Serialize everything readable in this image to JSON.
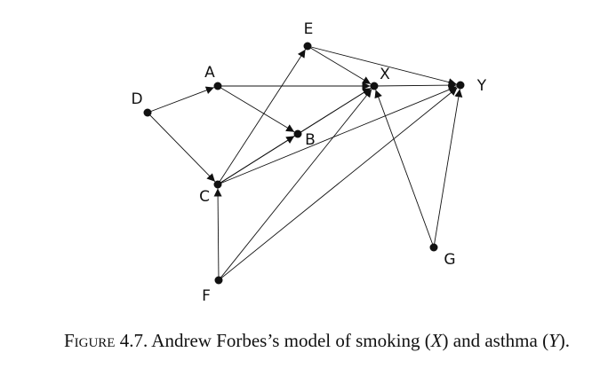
{
  "diagram": {
    "nodes": [
      {
        "id": "D",
        "label": "D"
      },
      {
        "id": "A",
        "label": "A"
      },
      {
        "id": "E",
        "label": "E"
      },
      {
        "id": "X",
        "label": "X"
      },
      {
        "id": "Y",
        "label": "Y"
      },
      {
        "id": "B",
        "label": "B"
      },
      {
        "id": "C",
        "label": "C"
      },
      {
        "id": "G",
        "label": "G"
      },
      {
        "id": "F",
        "label": "F"
      }
    ],
    "edges": [
      [
        "D",
        "A"
      ],
      [
        "D",
        "C"
      ],
      [
        "A",
        "X"
      ],
      [
        "A",
        "B"
      ],
      [
        "E",
        "X"
      ],
      [
        "E",
        "Y"
      ],
      [
        "X",
        "Y"
      ],
      [
        "B",
        "X"
      ],
      [
        "C",
        "E"
      ],
      [
        "C",
        "B"
      ],
      [
        "C",
        "X"
      ],
      [
        "C",
        "Y"
      ],
      [
        "F",
        "C"
      ],
      [
        "F",
        "X"
      ],
      [
        "F",
        "Y"
      ],
      [
        "G",
        "X"
      ],
      [
        "G",
        "Y"
      ]
    ]
  },
  "caption": {
    "figure_word": "Figure",
    "figure_number": "4.7.",
    "text_before": "Andrew Forbes’s model of smoking (",
    "var_x": "X",
    "text_middle": ") and asthma (",
    "var_y": "Y",
    "text_after": ")."
  }
}
